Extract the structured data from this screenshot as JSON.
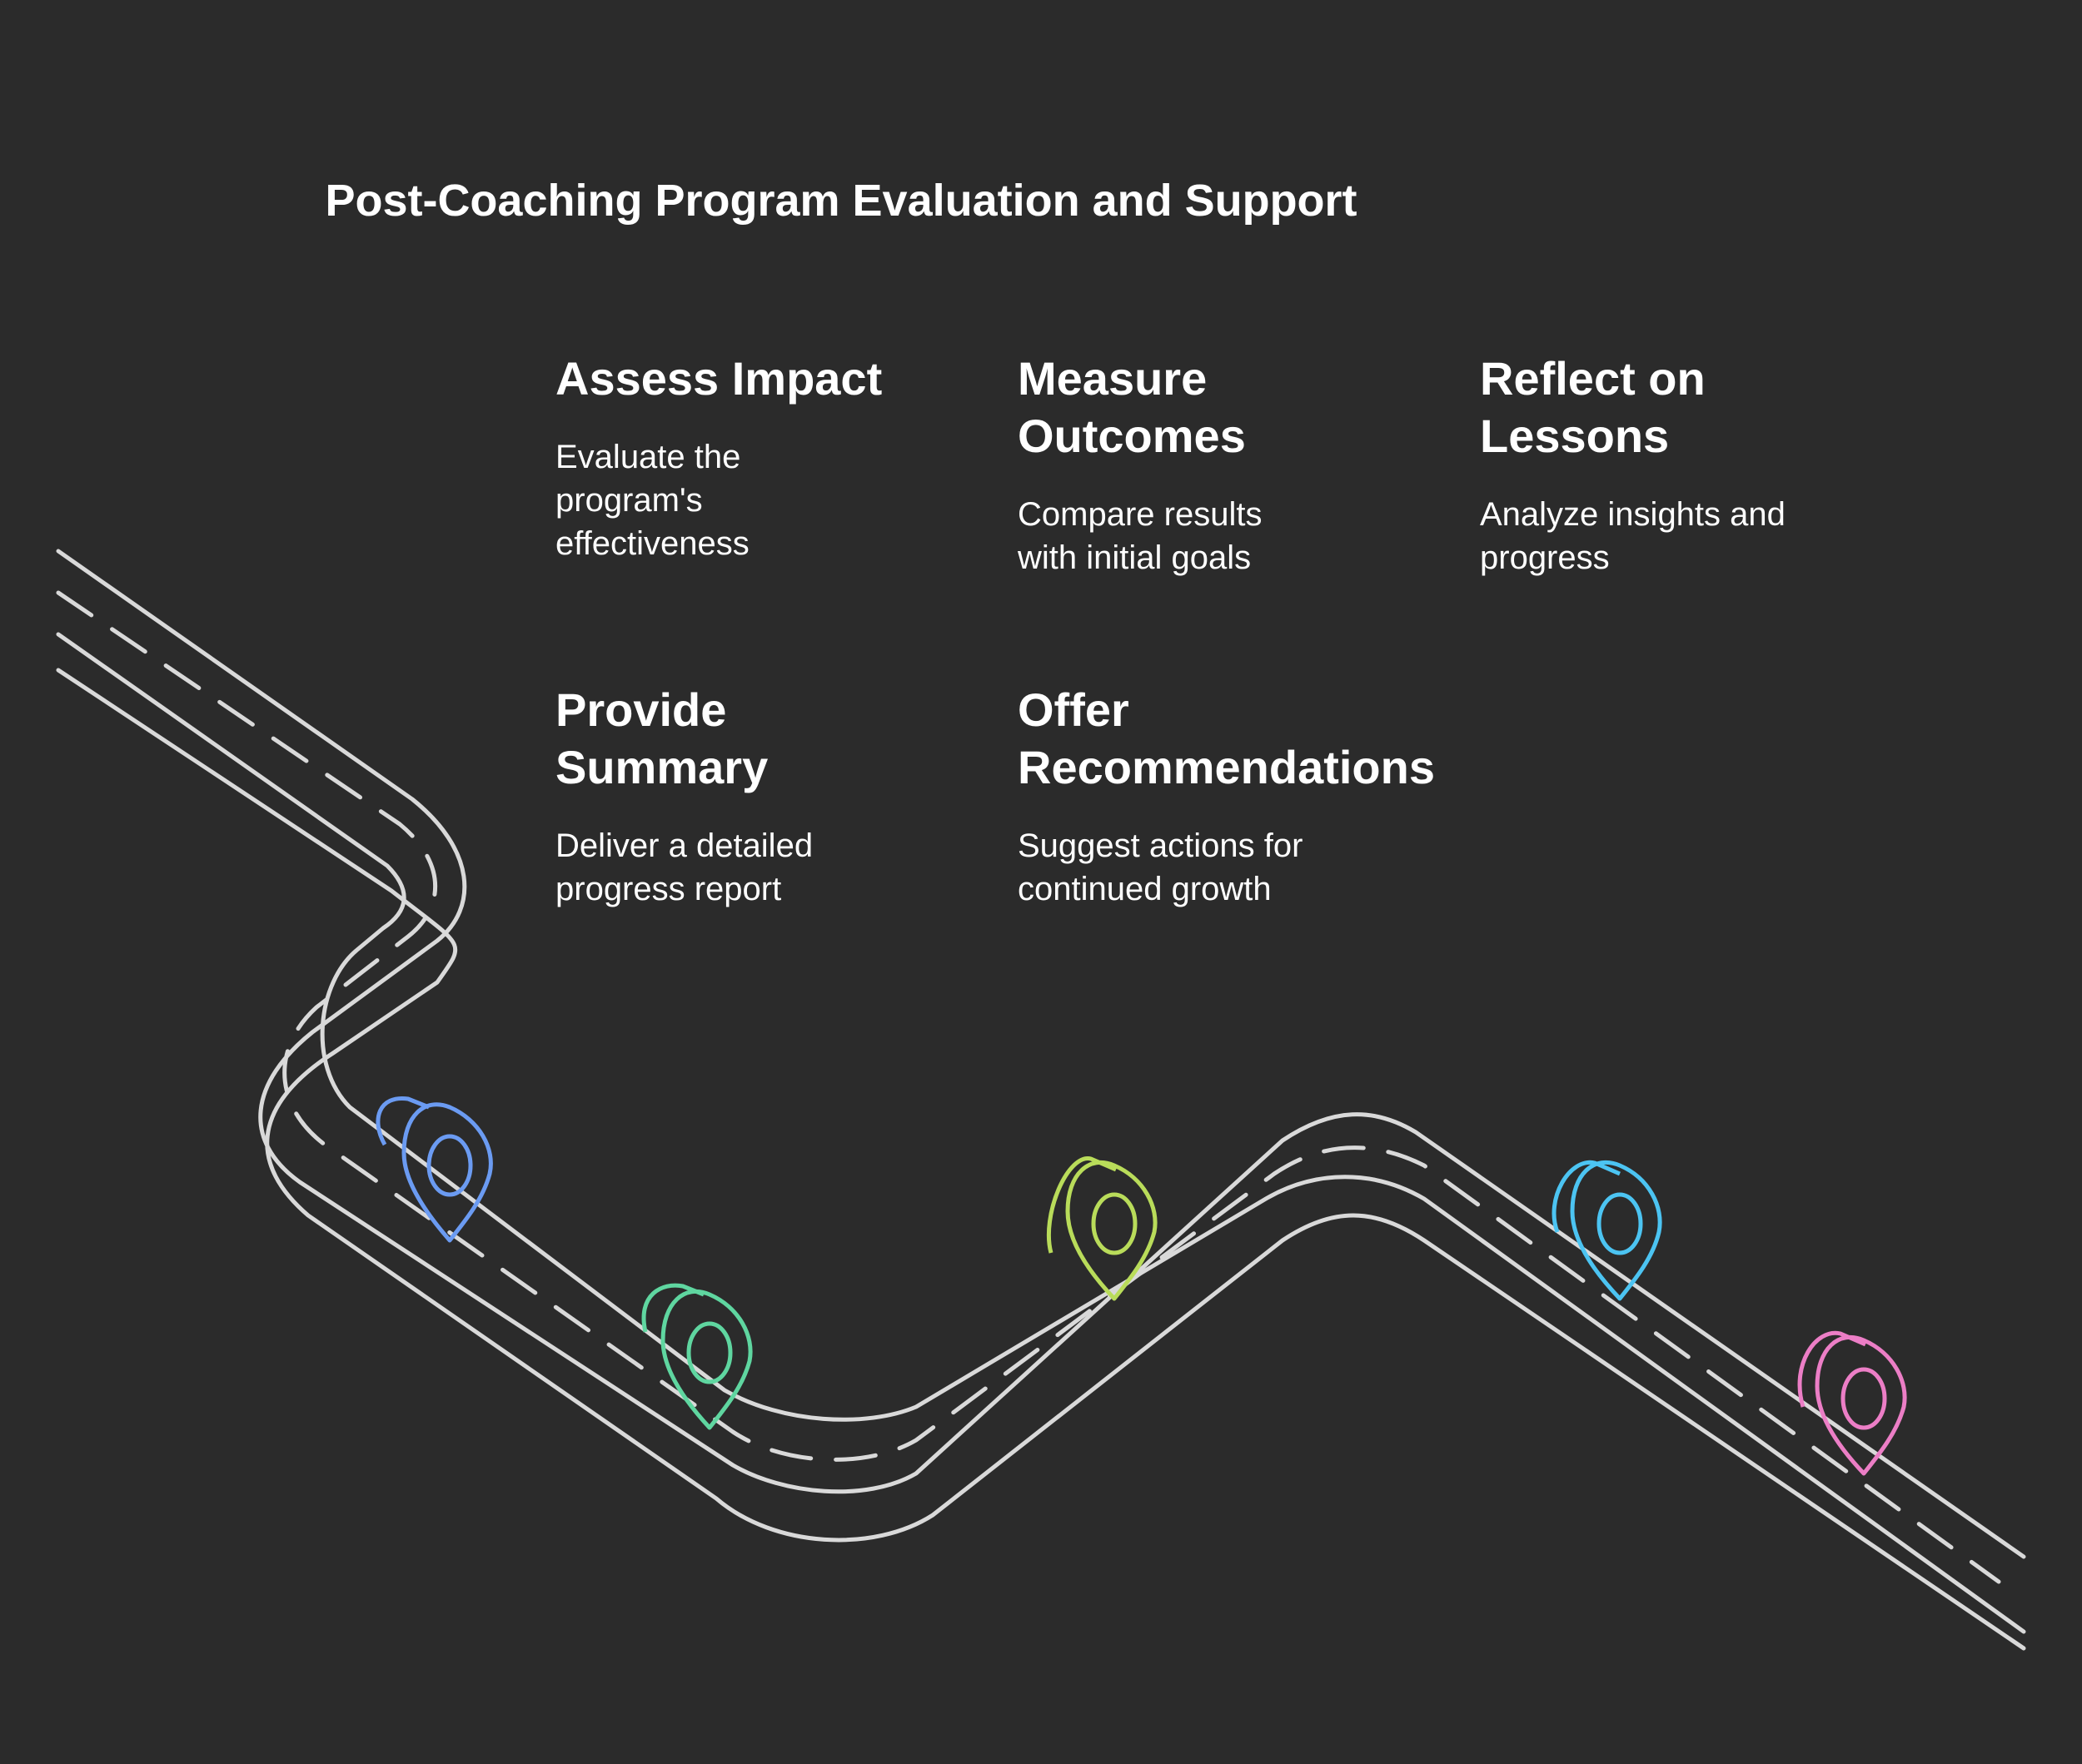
{
  "title": "Post-Coaching Program Evaluation and Support",
  "steps": [
    {
      "heading": "Assess Impact",
      "description": "Evaluate the program's effectiveness",
      "color": "#6b9bf2"
    },
    {
      "heading": "Measure Outcomes",
      "description": "Compare results with initial goals",
      "color": "#b9dc5a"
    },
    {
      "heading": "Reflect on Lessons",
      "description": "Analyze insights and progress",
      "color": "#4cc4f2"
    },
    {
      "heading": "Provide Summary",
      "description": "Deliver a detailed progress report",
      "color": "#5fd6a0"
    },
    {
      "heading": "Offer Recommendations",
      "description": "Suggest actions for continued growth",
      "color": "#ec7ec6"
    }
  ],
  "road_color": "#d9d9d9",
  "background_color": "#2b2b2b"
}
